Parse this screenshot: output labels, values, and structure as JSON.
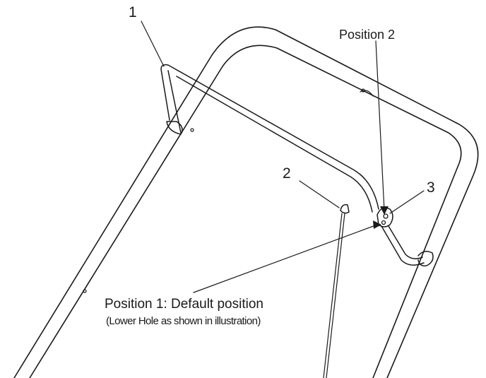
{
  "callouts": {
    "one": "1",
    "two": "2",
    "three": "3",
    "position_2": "Position 2",
    "position_1": "Position 1: Default position",
    "position_1_note": "(Lower Hole as shown in illustration)"
  }
}
